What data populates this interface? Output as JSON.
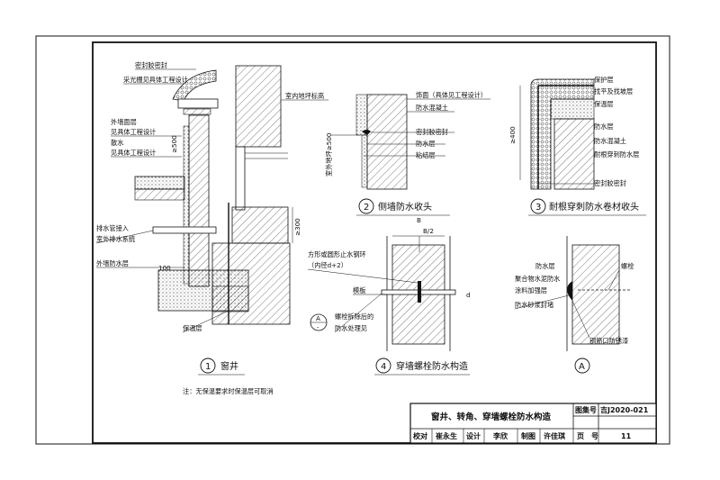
{
  "detail1": {
    "labels": {
      "seal_glue": "密封胶密封",
      "skylight": "采光棚见具体工程设计",
      "indoor_floor": "室内地坪标高",
      "ext_finish": "外墙面层",
      "ext_finish_note": "见具体工程设计",
      "apron": "散水",
      "apron_note": "见具体工程设计",
      "dim_500": "≥500",
      "drain_pipe": "排水管接入",
      "drain_pipe2": "室外排水系统",
      "ext_waterproof": "外墙防水层",
      "dim_100": "100",
      "insulation": "保温层",
      "dim_300": "≥300"
    },
    "caption_num": "1",
    "caption": "窗井",
    "note": "注：无保温要求时保温层可取消"
  },
  "detail2": {
    "labels": {
      "finish": "饰面（具体见工程设计）",
      "wp_concrete": "防水混凝土",
      "seal_glue": "密封胶密封",
      "waterproof": "防水层",
      "bond": "粘结层",
      "dim_vertical": "室外地坪≥500"
    },
    "caption_num": "2",
    "caption": "侧墙防水收头"
  },
  "detail3": {
    "labels": {
      "protect": "保护层",
      "level_bond": "找平及找坡层",
      "insulation": "保温层",
      "waterproof": "防水层",
      "wp_concrete": "防水混凝土",
      "root_puncture": "耐根穿刺防水层",
      "seal_glue": "密封胶密封",
      "dim_400": "≥400"
    },
    "caption_num": "3",
    "caption": "耐根穿刺防水卷材收头"
  },
  "detail4": {
    "labels": {
      "dim_b": "B",
      "dim_b2": "B/2",
      "stop_ring": "方形或圆形止水钢环",
      "stop_ring2": "（内径d+2）",
      "formwork": "模板",
      "bolt_cut": "螺栓拆除后的",
      "bolt_cut2": "防水处理见",
      "ref_a": "A",
      "ref_dash": "-",
      "dim_d": "d"
    },
    "caption_num": "4",
    "caption": "穿墙螺栓防水构造"
  },
  "detailA": {
    "labels": {
      "waterproof": "防水层",
      "polymer": "聚合物水泥防水",
      "coating": "涂料加强层",
      "mortar": "防水砂浆封堵",
      "bolt": "螺栓",
      "rust": "钢筋口防锈漆"
    },
    "caption_num": "A"
  },
  "title_block": {
    "title": "窗井、转角、穿墙螺栓防水构造",
    "atlas_label": "图集号",
    "atlas_no": "吉J2020-021",
    "review_label": "校对",
    "reviewer": "崔永生",
    "design_label": "设计",
    "designer": "李欣",
    "draw_label": "制图",
    "drafter": "许佳琪",
    "page_label": "页　号",
    "page_no": "11"
  }
}
